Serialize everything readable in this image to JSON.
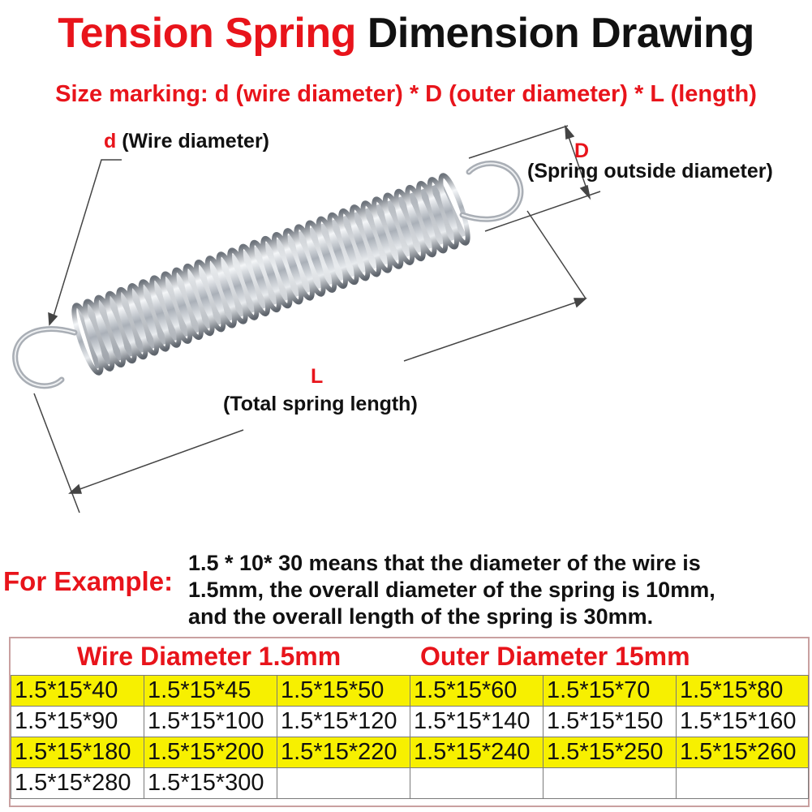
{
  "header": {
    "title_red": "Tension Spring",
    "title_black": "Dimension Drawing",
    "subtitle": "Size marking: d (wire diameter) * D (outer diameter) * L (length)"
  },
  "drawing": {
    "d_letter": "d",
    "d_label": "(Wire diameter)",
    "D_letter": "D",
    "D_label": "(Spring outside diameter)",
    "L_letter": "L",
    "L_label": "(Total spring length)",
    "colors": {
      "accent_red": "#e8141b",
      "spring_steel": "#b8bdc4",
      "dimension_line": "#444444"
    }
  },
  "example": {
    "label": "For Example:",
    "lines": [
      "1.5 * 10* 30 means that the diameter of the wire is",
      "1.5mm, the overall diameter of the spring is 10mm,",
      "and the overall length of the spring is 30mm."
    ]
  },
  "table": {
    "head_left": "Wire Diameter 1.5mm",
    "head_right": "Outer Diameter 15mm",
    "highlight_color": "#f7f000",
    "rows": [
      [
        "1.5*15*40",
        "1.5*15*45",
        "1.5*15*50",
        "1.5*15*60",
        "1.5*15*70",
        "1.5*15*80"
      ],
      [
        "1.5*15*90",
        "1.5*15*100",
        "1.5*15*120",
        "1.5*15*140",
        "1.5*15*150",
        "1.5*15*160"
      ],
      [
        "1.5*15*180",
        "1.5*15*200",
        "1.5*15*220",
        "1.5*15*240",
        "1.5*15*250",
        "1.5*15*260"
      ],
      [
        "1.5*15*280",
        "1.5*15*300",
        "",
        "",
        "",
        ""
      ]
    ]
  }
}
